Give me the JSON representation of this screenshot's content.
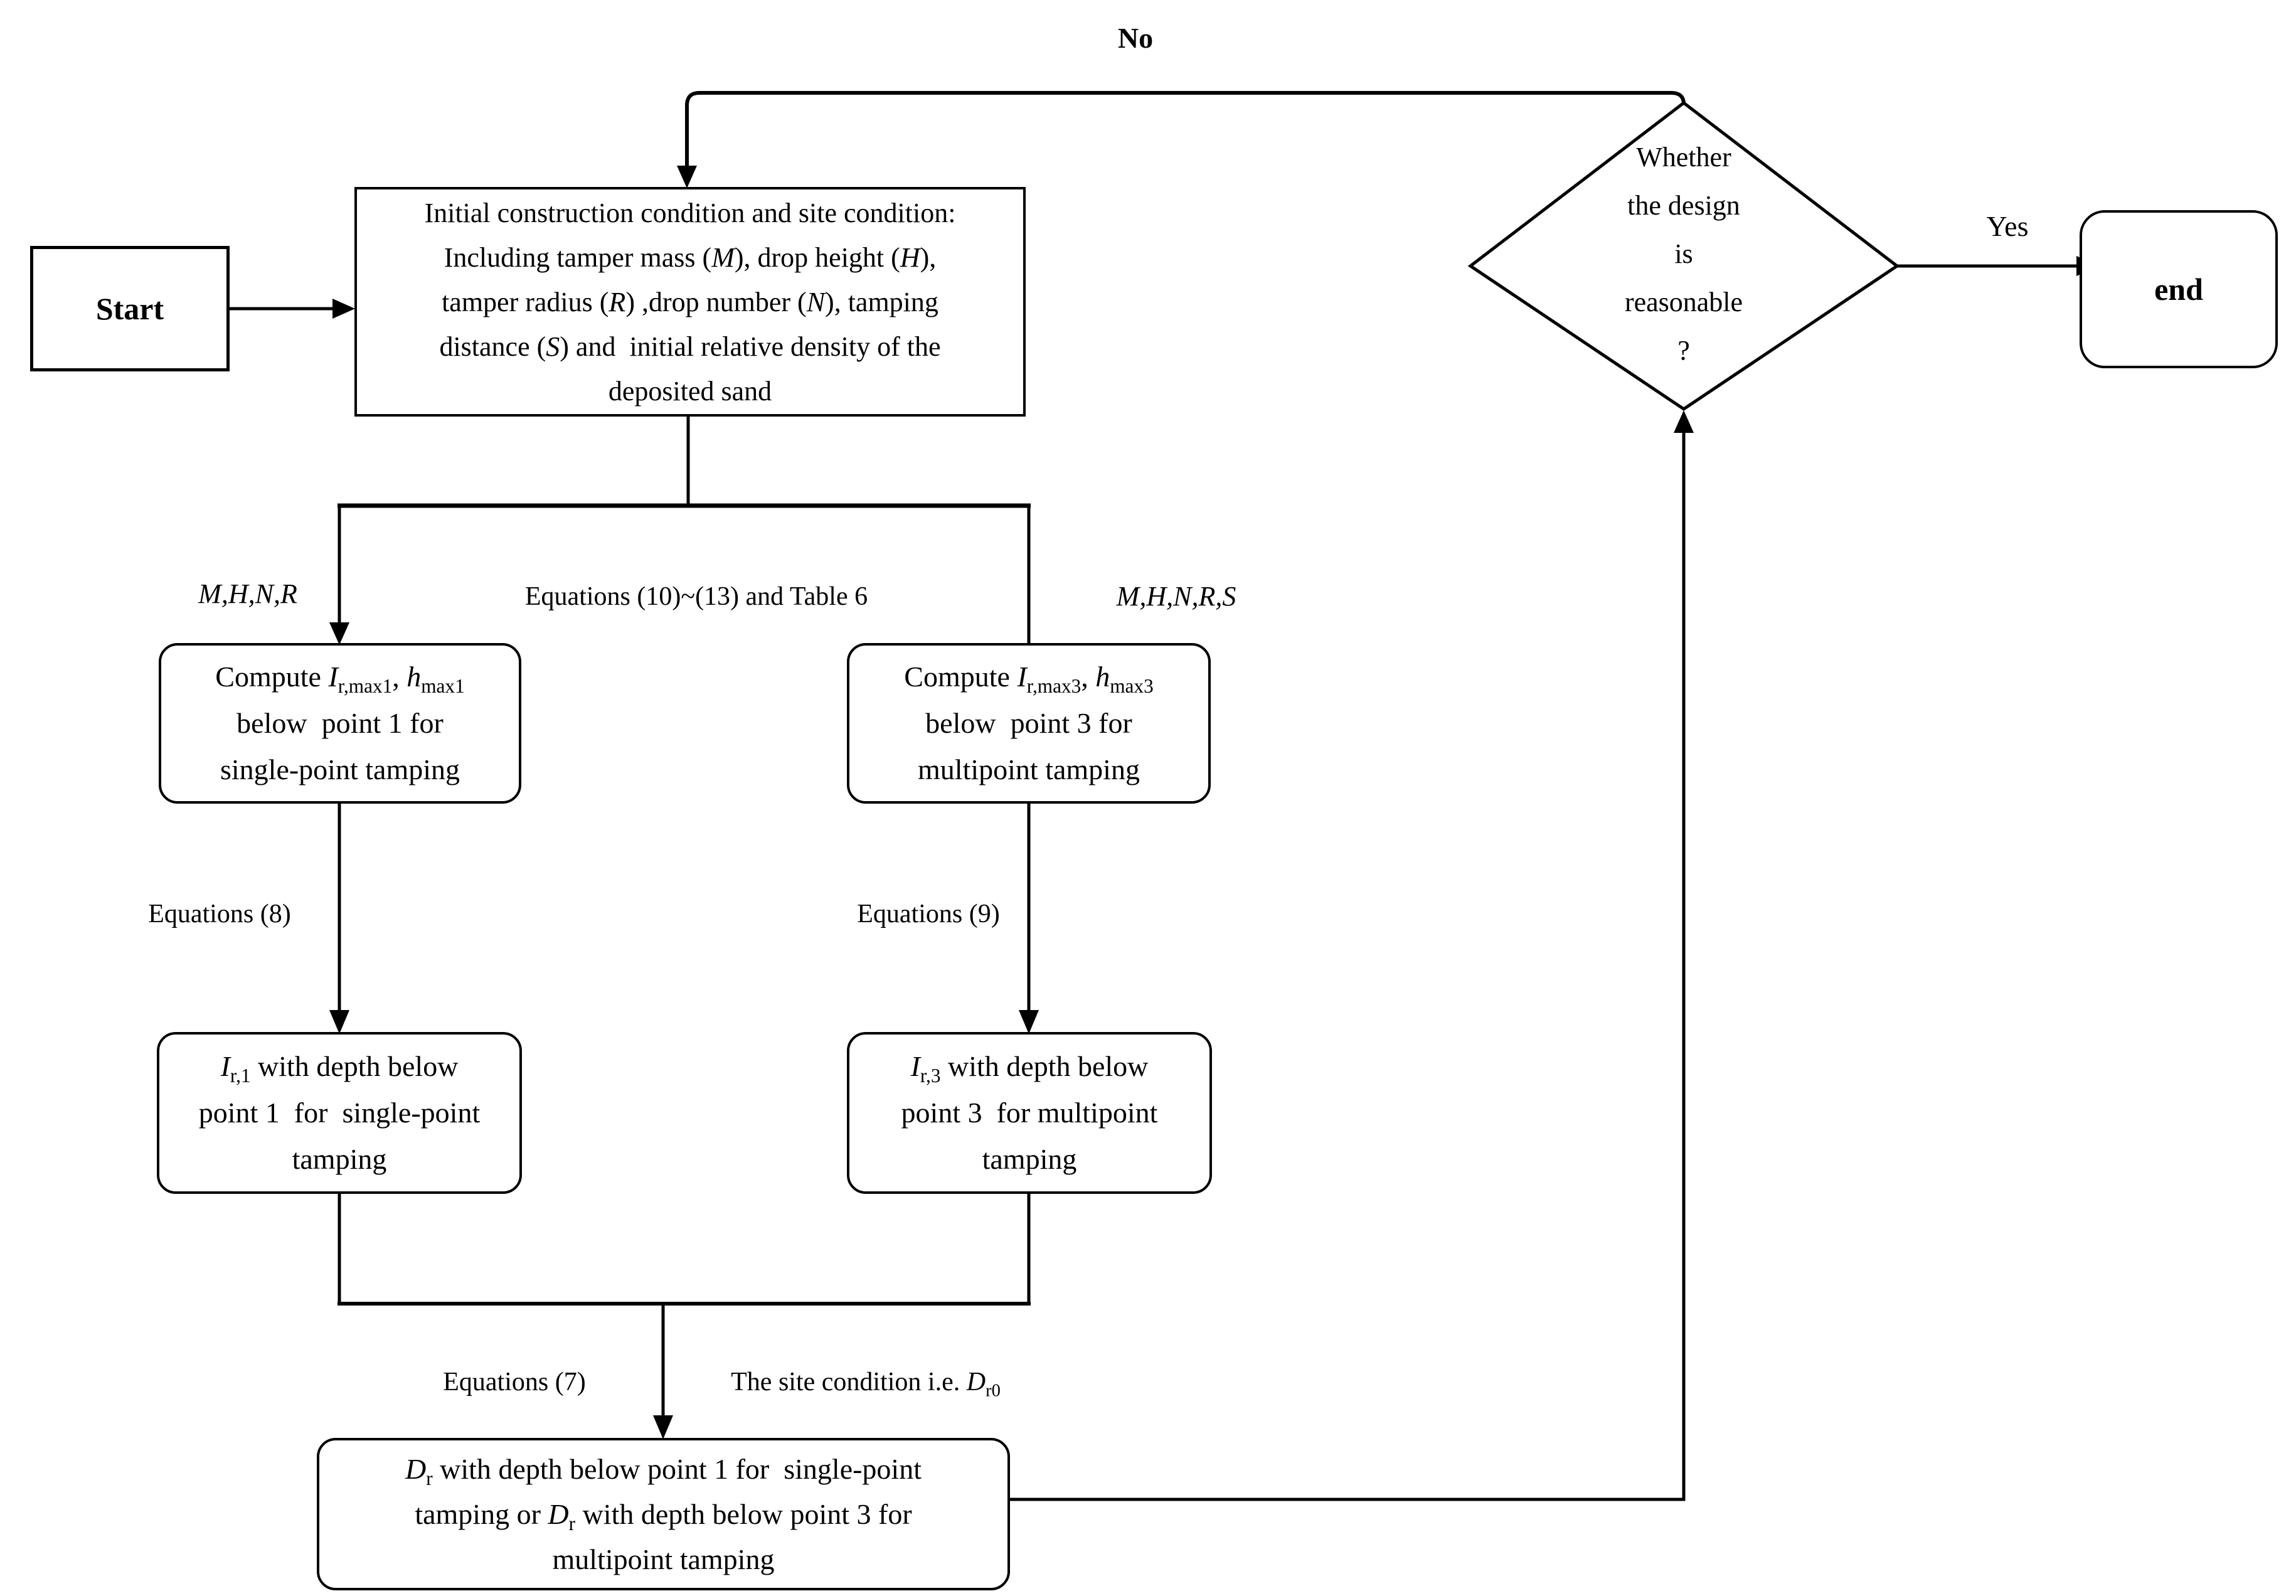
{
  "figure": {
    "background": "#ffffff",
    "ink": "#000000",
    "kind": "flowchart"
  },
  "nodes": {
    "start": {
      "label": "Start"
    },
    "initial": {
      "html": "Initial construction condition and site condition:<br>Including tamper mass (<i>M</i>), drop height (<i>H</i>),<br>tamper radius (<i>R</i>) ,drop number (<i>N</i>), tamping<br>distance (<i>S</i>) and&nbsp; initial relative density of the<br>deposited sand"
    },
    "compute1": {
      "html": "Compute <i>I</i><sub>r,max1</sub>, <i>h</i><sub>max1</sub><br>below&nbsp; point 1 for<br>single-point tamping"
    },
    "compute3": {
      "html": "Compute <i>I</i><sub>r,max3</sub>, <i>h</i><sub>max3</sub><br>below&nbsp; point 3 for<br>multipoint tamping"
    },
    "ir1": {
      "html": "<i>I</i><sub>r,1</sub> with depth below<br>point 1&nbsp; for&nbsp; single-point<br>tamping"
    },
    "ir3": {
      "html": "<i>I</i><sub>r,3</sub> with depth below<br>point 3&nbsp; for multipoint<br>tamping"
    },
    "dr": {
      "html": "<i>D</i><sub>r</sub> with depth below point 1 for&nbsp; single-point<br>tamping or <i>D</i><sub>r</sub> with depth below point 3 for<br>multipoint tamping"
    },
    "decision": {
      "lines": [
        "Whether",
        "the design",
        "is",
        "reasonable",
        "?"
      ]
    },
    "end": {
      "label": "end"
    }
  },
  "edge_labels": {
    "no": "No",
    "yes": "Yes",
    "mhnr": "M,H,N,R",
    "mhnrs": "M,H,N,R,S",
    "eq10_13": "Equations (10)~(13) and Table 6",
    "eq8": "Equations (8)",
    "eq9": "Equations (9)",
    "eq7": "Equations (7)",
    "site_condition_html": "The site condition i.e. <i>D</i><sub>r0</sub>"
  }
}
